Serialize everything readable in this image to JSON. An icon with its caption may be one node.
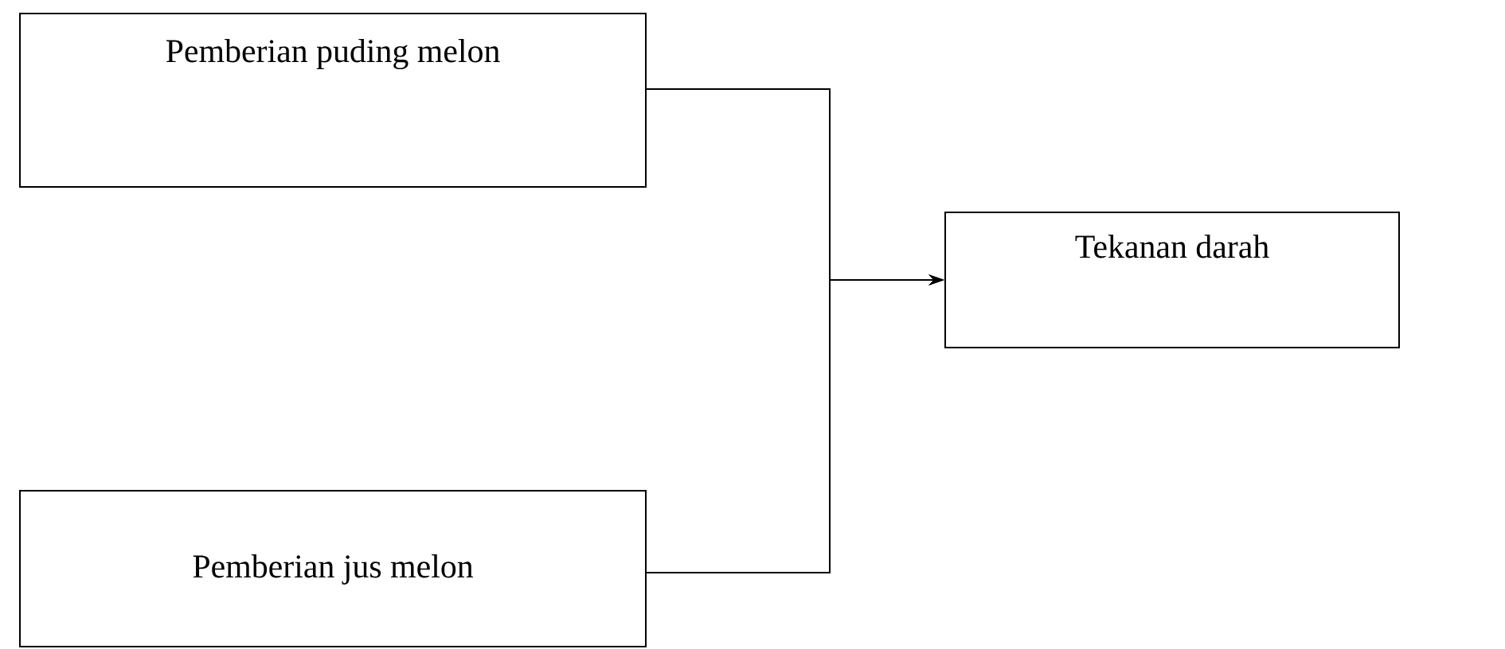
{
  "diagram": {
    "nodes": [
      {
        "text": [
          "Pemberian puding melon"
        ]
      },
      {
        "text": [
          "Pemberian jus melon"
        ]
      },
      {
        "text": [
          "Tekanan darah"
        ]
      }
    ],
    "edges": [
      {
        "from": 0,
        "to": 2,
        "arrow": "to"
      },
      {
        "from": 1,
        "to": 2,
        "arrow": "to"
      }
    ]
  }
}
